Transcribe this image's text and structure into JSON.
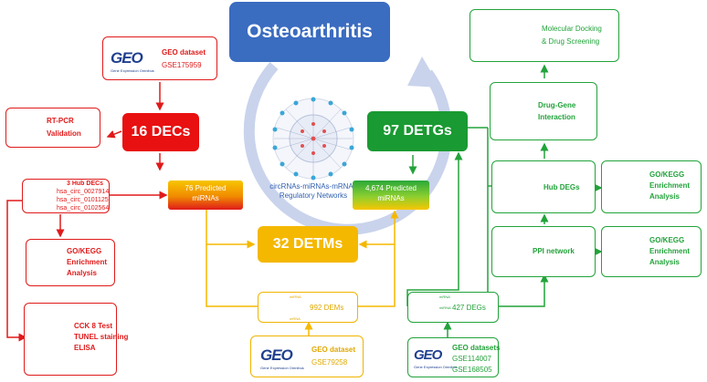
{
  "center": {
    "title": "Osteoarthritis",
    "network_label_line1": "circRNAs-miRNAs-mRNAs",
    "network_label_line2": "Regulatory Networks"
  },
  "hubs": {
    "decs": "16 DECs",
    "detgs": "97 DETGs",
    "detms": "32 DETMs"
  },
  "left": {
    "geo_dataset_title": "GEO dataset",
    "geo_dataset_id": "GSE175959",
    "rtpcr_line1": "RT-PCR",
    "rtpcr_line2": "Validation",
    "hub_decs_title": "3 Hub DECs",
    "hub_decs": [
      "hsa_circ_0027914",
      "hsa_circ_0101125",
      "hsa_circ_0102564"
    ],
    "go_line1": "GO/KEGG",
    "go_line2": "Enrichment",
    "go_line3": "Analysis",
    "cck_line1": "CCK 8 Test",
    "cck_line2": "TUNEL staining",
    "cck_line3": "ELISA",
    "predicted_line1": "76 Predicted",
    "predicted_line2": "miRNAs"
  },
  "right": {
    "docking_line1": "Molecular Docking",
    "docking_line2": "& Drug Screening",
    "dgi_line1": "Drug-Gene",
    "dgi_line2": "Interaction",
    "hub_degs": "Hub DEGs",
    "go1_line1": "GO/KEGG",
    "go1_line2": "Enrichment",
    "go1_line3": "Analysis",
    "ppi": "PPI network",
    "go2_line1": "GO/KEGG",
    "go2_line2": "Enrichment",
    "go2_line3": "Analysis",
    "predicted_line1": "4,674 Predicted",
    "predicted_line2": "miRNAs",
    "degs": "427  DEGs",
    "mrna_tag": "mRNA",
    "mirna_tag": "miRNA",
    "geo_datasets_title": "GEO datasets",
    "geo_datasets_ids": [
      "GSE114007",
      "GSE168505"
    ]
  },
  "bottom": {
    "dems": "992 DEMs",
    "mirna_tag_top": "miRNA",
    "mirna_tag_bottom": "mRNA",
    "geo_dataset_title": "GEO dataset",
    "geo_dataset_id": "GSE79258"
  },
  "geo_logo": {
    "text": "GEO",
    "sub": "Gene Expression Omnibus"
  },
  "colors": {
    "red": "#e01a1a",
    "green": "#22a33a",
    "gold": "#f5b800",
    "blue": "#2f5fb0",
    "ring": "#c9d3ec"
  }
}
